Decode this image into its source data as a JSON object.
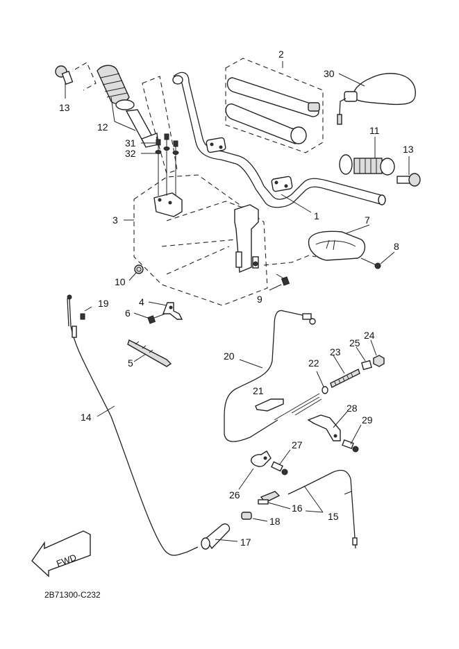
{
  "diagram": {
    "code": "2B71300-C232",
    "direction_label": "FWD",
    "callouts": [
      {
        "id": "1",
        "part": "handlebar"
      },
      {
        "id": "2",
        "part": "handlebar-pad-set"
      },
      {
        "id": "3",
        "part": "handlebar-holder-set"
      },
      {
        "id": "4",
        "part": "bracket"
      },
      {
        "id": "5",
        "part": "cable-tie-band"
      },
      {
        "id": "6",
        "part": "bolt"
      },
      {
        "id": "7",
        "part": "cover"
      },
      {
        "id": "8",
        "part": "screw"
      },
      {
        "id": "9",
        "part": "bolt"
      },
      {
        "id": "10",
        "part": "nut"
      },
      {
        "id": "11",
        "part": "grip"
      },
      {
        "id": "12",
        "part": "throttle-grip-assembly"
      },
      {
        "id": "13",
        "part": "bar-end-weight"
      },
      {
        "id": "14",
        "part": "throttle-cable"
      },
      {
        "id": "15",
        "part": "cable-assembly"
      },
      {
        "id": "16",
        "part": "cable-holder"
      },
      {
        "id": "17",
        "part": "cable-cover"
      },
      {
        "id": "18",
        "part": "collar"
      },
      {
        "id": "19",
        "part": "clamp"
      },
      {
        "id": "20",
        "part": "cable"
      },
      {
        "id": "21",
        "part": "clip"
      },
      {
        "id": "22",
        "part": "washer"
      },
      {
        "id": "23",
        "part": "spring"
      },
      {
        "id": "24",
        "part": "nut"
      },
      {
        "id": "25",
        "part": "collar"
      },
      {
        "id": "26",
        "part": "bracket"
      },
      {
        "id": "27",
        "part": "bolt"
      },
      {
        "id": "28",
        "part": "bracket"
      },
      {
        "id": "29",
        "part": "bolt"
      },
      {
        "id": "30",
        "part": "rear-view-mirror"
      },
      {
        "id": "31",
        "part": "bolt"
      },
      {
        "id": "32",
        "part": "washer"
      }
    ]
  }
}
